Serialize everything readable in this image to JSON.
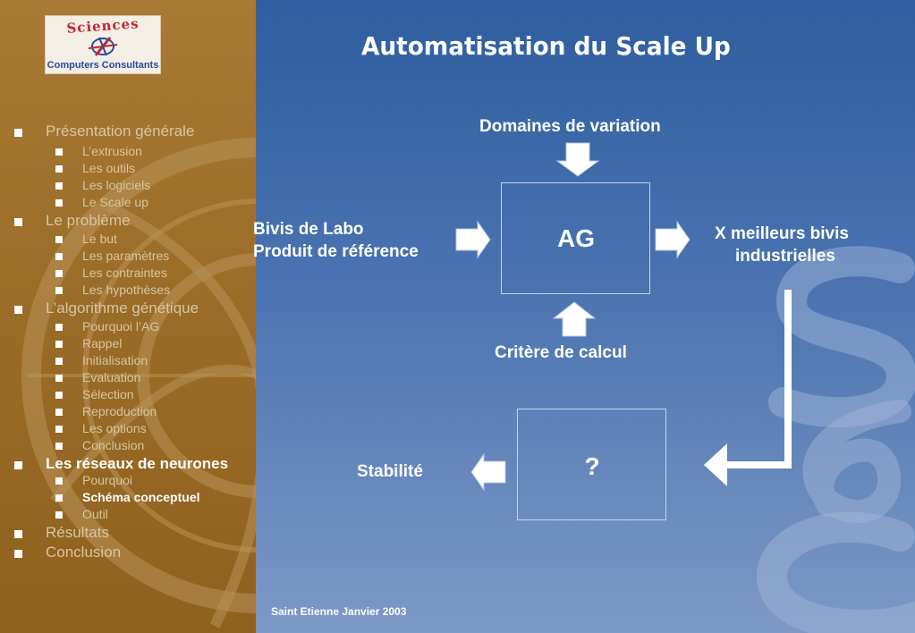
{
  "logo": {
    "top_text": "Sciences",
    "bottom_text": "Computers Consultants"
  },
  "watermark_text": "SCC",
  "sidebar": {
    "items": [
      {
        "level": 1,
        "label": "Présentation générale",
        "active": false
      },
      {
        "level": 2,
        "label": "L’extrusion",
        "active": false
      },
      {
        "level": 2,
        "label": "Les outils",
        "active": false
      },
      {
        "level": 2,
        "label": "Les logiciels",
        "active": false
      },
      {
        "level": 2,
        "label": "Le Scale up",
        "active": false
      },
      {
        "level": 1,
        "label": "Le problème",
        "active": false
      },
      {
        "level": 2,
        "label": "Le but",
        "active": false
      },
      {
        "level": 2,
        "label": "Les paramètres",
        "active": false
      },
      {
        "level": 2,
        "label": "Les contraintes",
        "active": false
      },
      {
        "level": 2,
        "label": "Les hypothèses",
        "active": false
      },
      {
        "level": 1,
        "label": "L’algorithme génétique",
        "active": false
      },
      {
        "level": 2,
        "label": "Pourquoi l’AG",
        "active": false
      },
      {
        "level": 2,
        "label": "Rappel",
        "active": false
      },
      {
        "level": 2,
        "label": "Initialisation",
        "active": false
      },
      {
        "level": 2,
        "label": "Evaluation",
        "active": false
      },
      {
        "level": 2,
        "label": "Sélection",
        "active": false
      },
      {
        "level": 2,
        "label": "Reproduction",
        "active": false
      },
      {
        "level": 2,
        "label": "Les options",
        "active": false
      },
      {
        "level": 2,
        "label": "Conclusion",
        "active": false
      },
      {
        "level": 1,
        "label": "Les réseaux de neurones",
        "active": true
      },
      {
        "level": 2,
        "label": "Pourquoi",
        "active": false
      },
      {
        "level": 2,
        "label": "Schéma conceptuel",
        "active": true
      },
      {
        "level": 2,
        "label": "Outil",
        "active": false
      },
      {
        "level": 1,
        "label": "Résultats",
        "active": false
      },
      {
        "level": 1,
        "label": "Conclusion",
        "active": false
      }
    ]
  },
  "slide": {
    "title": "Automatisation du Scale Up",
    "domaines": "Domaines de variation",
    "bivis_line1": "Bivis de Labo",
    "bivis_line2": "Produit de référence",
    "ag": "AG",
    "meilleurs_line1": "X meilleurs bivis",
    "meilleurs_line2": "industrielles",
    "critere": "Critère de calcul",
    "question": "?",
    "stabilite": "Stabilité",
    "footer": "Saint Etienne Janvier 2003"
  },
  "colors": {
    "sidebar_bg": "#9b6d28",
    "main_bg_top": "#2e5e9f",
    "main_bg_bottom": "#7d99c6",
    "nav_text": "#d6c6a6",
    "active_text": "#ffffff",
    "logo_red": "#c1272d",
    "logo_blue": "#274a9a"
  },
  "icons": [
    "arrow-down-icon",
    "arrow-right-icon",
    "arrow-up-icon",
    "arrow-left-icon",
    "elbow-arrow-icon",
    "bullet-square-icon"
  ]
}
